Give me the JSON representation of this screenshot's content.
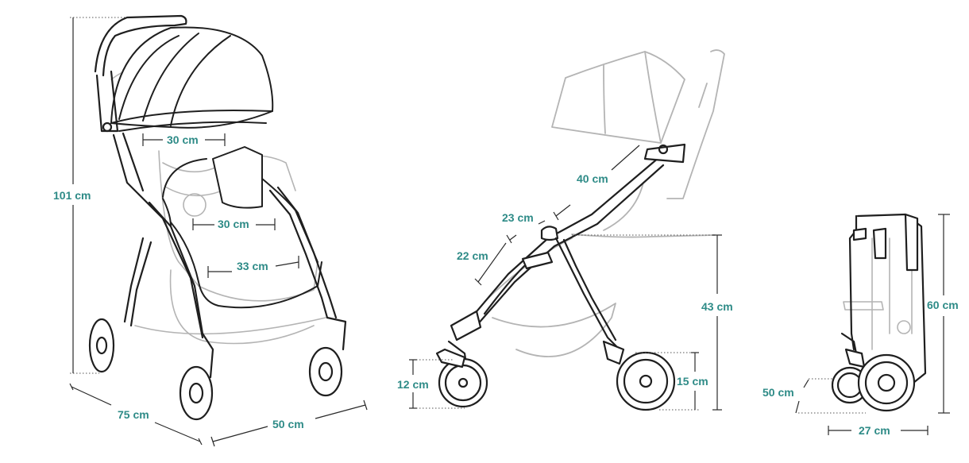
{
  "dimensions": {
    "front_view": {
      "height_total": "101 cm",
      "seat_back_width": "30 cm",
      "seat_width": "30 cm",
      "seat_depth": "33 cm",
      "length": "75 cm",
      "width": "50 cm"
    },
    "side_view": {
      "backrest_length": "40 cm",
      "seat_length": "23 cm",
      "legrest_length": "22 cm",
      "seat_height": "43 cm",
      "front_wheel_diameter": "12 cm",
      "rear_wheel_diameter": "15 cm"
    },
    "folded_view": {
      "height": "60 cm",
      "length": "50 cm",
      "width": "27 cm"
    }
  },
  "colors": {
    "label": "#2e8b87",
    "line": "#1f1f1f",
    "faded_line": "#b4b4b4"
  }
}
